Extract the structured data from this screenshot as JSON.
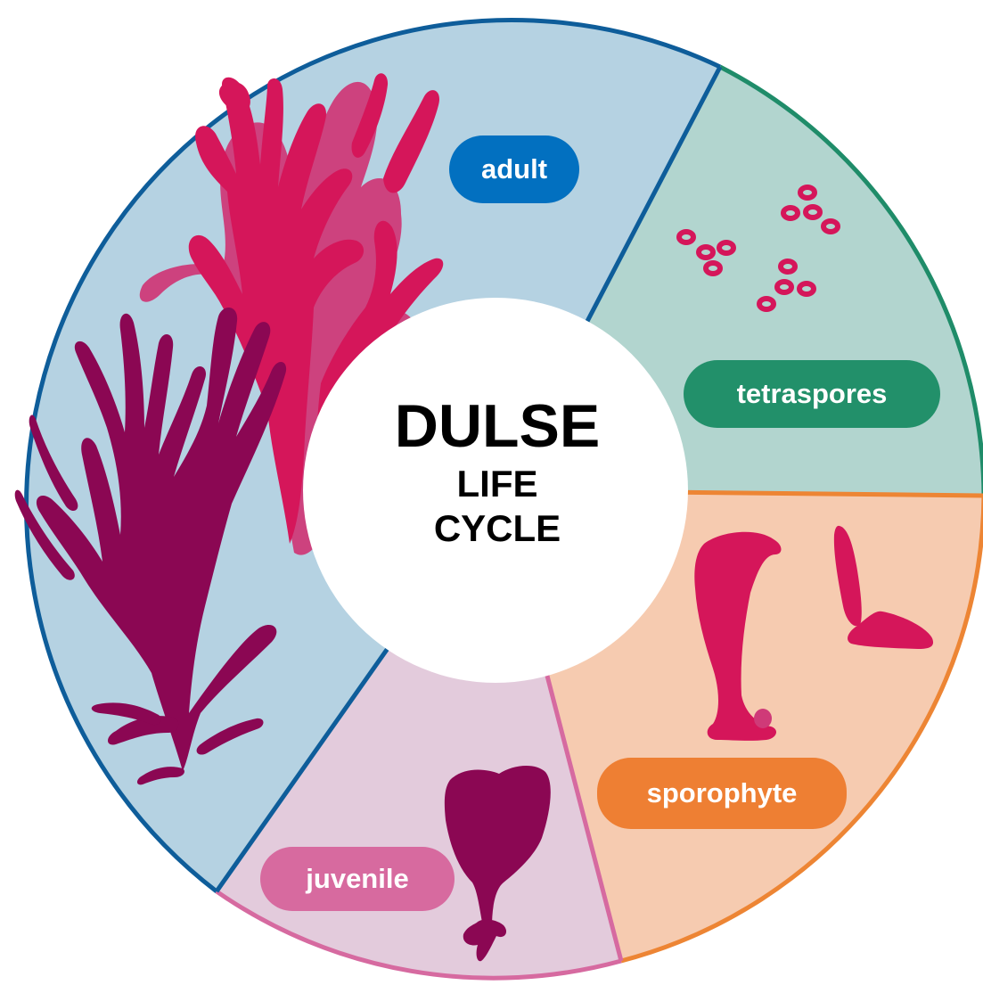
{
  "title": {
    "line1": "DULSE",
    "line2": "LIFE",
    "line3": "CYCLE"
  },
  "stages": [
    {
      "label": "adult",
      "pill_color": "#0270c0",
      "sector_color": "#b5d2e2",
      "border_color": "#0e5d9a"
    },
    {
      "label": "tetraspores",
      "pill_color": "#22906a",
      "sector_color": "#b2d5cf",
      "border_color": "#1f8c69"
    },
    {
      "label": "sporophyte",
      "pill_color": "#ee7f33",
      "sector_color": "#f6cbb0",
      "border_color": "#ed8534"
    },
    {
      "label": "juvenile",
      "pill_color": "#d76a9f",
      "sector_color": "#e3cbdc",
      "border_color": "#d66aa0"
    }
  ],
  "colors": {
    "seaweed_dark": "#8b0753",
    "seaweed_bright": "#d5165a",
    "seaweed_mid": "#cf3a78",
    "center_fill": "#ffffff"
  }
}
